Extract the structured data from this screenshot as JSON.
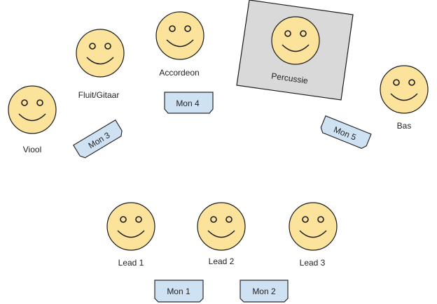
{
  "colors": {
    "face_fill": "#fce39b",
    "face_stroke": "#1a1a1a",
    "monitor_fill": "#cfe2f3",
    "monitor_stroke": "#2a2a2a",
    "platform_fill": "#d9d9d9",
    "platform_stroke": "#1a1a1a"
  },
  "musicians": {
    "viool": "Viool",
    "fluit_gitaar": "Fluit/Gitaar",
    "accordeon": "Accordeon",
    "percussie": "Percussie",
    "bas": "Bas",
    "lead1": "Lead 1",
    "lead2": "Lead 2",
    "lead3": "Lead 3"
  },
  "monitors": {
    "mon1": "Mon 1",
    "mon2": "Mon 2",
    "mon3": "Mon 3",
    "mon4": "Mon 4",
    "mon5": "Mon 5"
  }
}
